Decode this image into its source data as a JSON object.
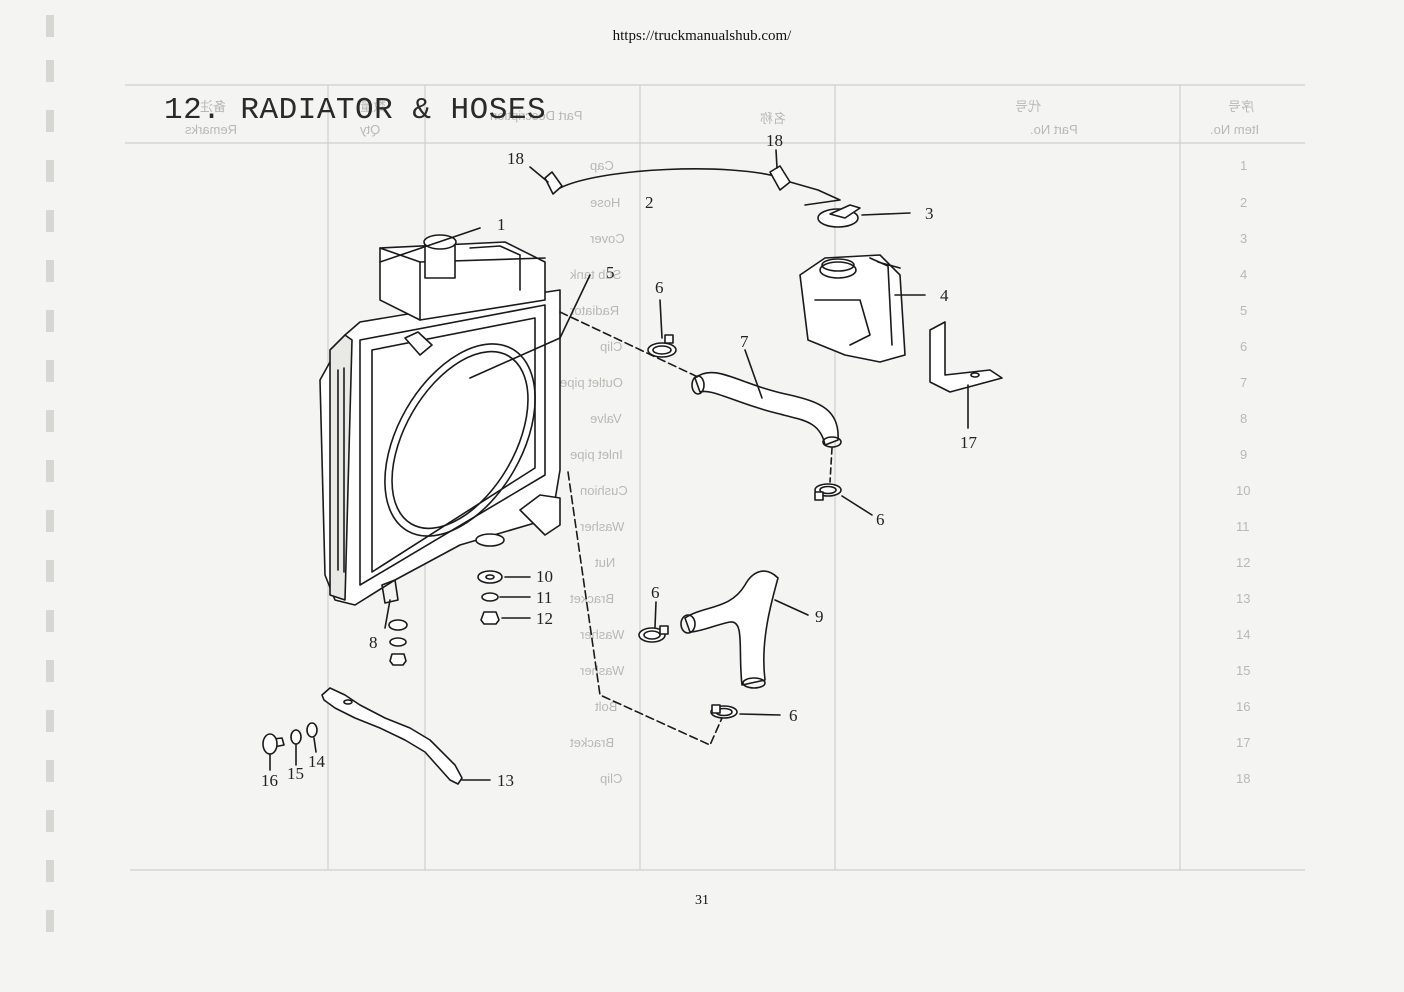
{
  "header": {
    "url": "https://truckmanualshub.com/"
  },
  "title": "12. RADIATOR & HOSES",
  "page_number": "31",
  "background_table": {
    "headers": [
      "序号",
      "Item No.",
      "代号",
      "Part No.",
      "名称",
      "Part Description",
      "数量",
      "Qty",
      "备注",
      "Remarks"
    ],
    "items": [
      {
        "no": "1",
        "desc": "Cap"
      },
      {
        "no": "2",
        "desc": "Hose"
      },
      {
        "no": "3",
        "desc": "Cover"
      },
      {
        "no": "4",
        "desc": "Sub tank"
      },
      {
        "no": "5",
        "desc": "Radiator"
      },
      {
        "no": "6",
        "desc": "Clip"
      },
      {
        "no": "7",
        "desc": "Outlet pipe"
      },
      {
        "no": "8",
        "desc": "Valve"
      },
      {
        "no": "9",
        "desc": "Inlet pipe"
      },
      {
        "no": "10",
        "desc": "Cushion"
      },
      {
        "no": "11",
        "desc": "Washer"
      },
      {
        "no": "12",
        "desc": "Nut"
      },
      {
        "no": "13",
        "desc": "Bracket"
      },
      {
        "no": "14",
        "desc": "Washer"
      },
      {
        "no": "15",
        "desc": "Washer"
      },
      {
        "no": "16",
        "desc": "Bolt"
      },
      {
        "no": "17",
        "desc": "Bracket"
      },
      {
        "no": "18",
        "desc": "Clip"
      }
    ]
  },
  "callouts": [
    "1",
    "2",
    "3",
    "4",
    "5",
    "6",
    "6",
    "6",
    "6",
    "7",
    "8",
    "9",
    "10",
    "11",
    "12",
    "13",
    "14",
    "15",
    "16",
    "17",
    "18",
    "18"
  ]
}
